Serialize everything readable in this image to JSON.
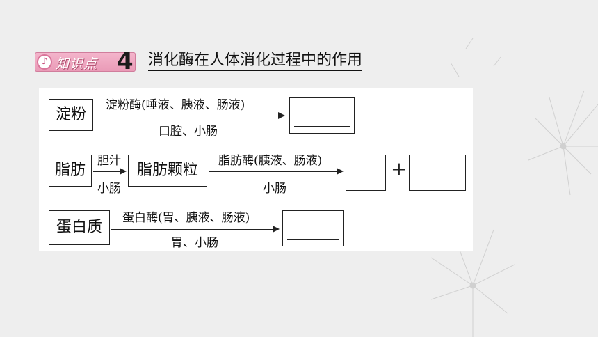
{
  "header": {
    "badge_label": "知识点",
    "badge_number": "4",
    "title": "消化酶在人体消化过程中的作用"
  },
  "rows": [
    {
      "source": "淀粉",
      "enzyme": "淀粉酶(唾液、胰液、肠液)",
      "location": "口腔、小肠"
    },
    {
      "source": "脂肪",
      "pre_agent": "胆汁",
      "pre_location": "小肠",
      "intermediate": "脂肪颗粒",
      "enzyme": "脂肪酶(胰液、肠液)",
      "location": "小肠",
      "plus": "+"
    },
    {
      "source": "蛋白质",
      "enzyme": "蛋白酶(胃、胰液、肠液)",
      "location": "胃、小肠"
    }
  ]
}
